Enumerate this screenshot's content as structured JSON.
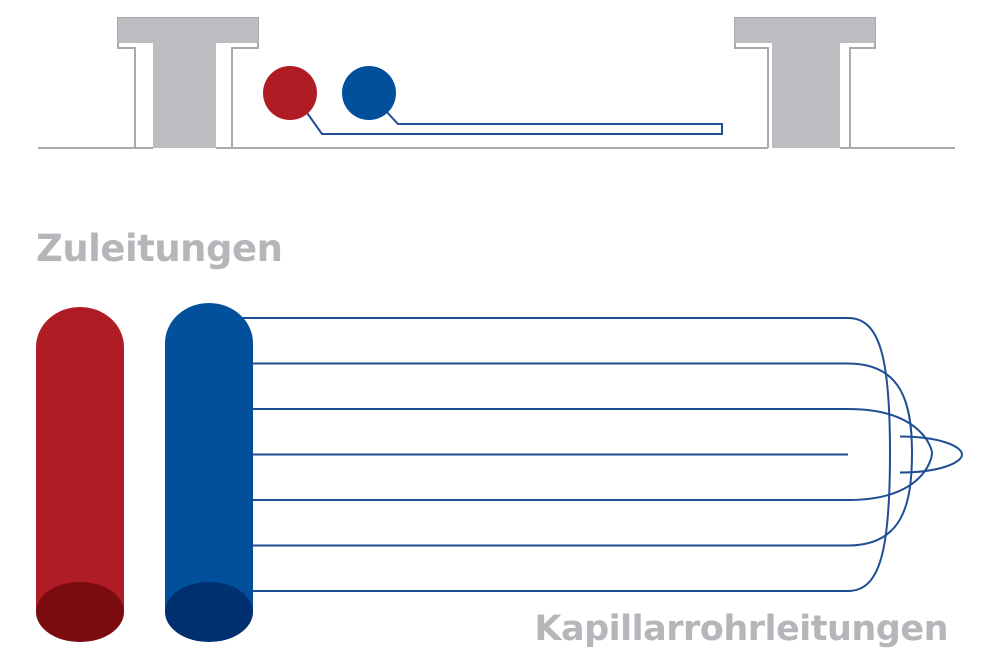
{
  "labels": {
    "supply_lines": "Zuleitungen",
    "capillary_lines": "Kapillarrohrleitungen"
  },
  "colors": {
    "supply_red": "#b01c24",
    "supply_red_end": "#7a0c10",
    "return_blue": "#024f9c",
    "return_blue_end": "#013070",
    "capillary_line": "#1f4e95",
    "beam_gray": "#bcbdc0",
    "outline_gray": "#a8aaad",
    "label_gray": "#b5b6ba"
  },
  "capillary_count": 7
}
